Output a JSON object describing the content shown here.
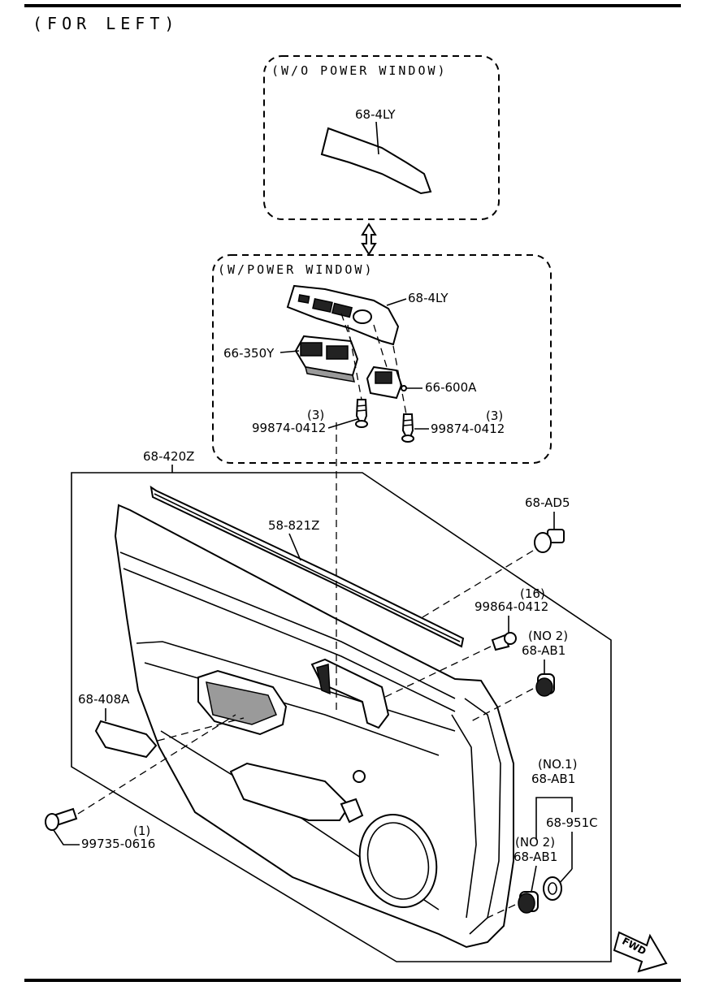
{
  "header": {
    "title": "(FOR LEFT)"
  },
  "variants": {
    "without_power_window": "(W/O POWER WINDOW)",
    "with_power_window": "(W/POWER WINDOW)"
  },
  "callouts": {
    "trim_upper_wo": "68-4LY",
    "trim_upper_w": "68-4LY",
    "window_switch": "66-350Y",
    "mirror_switch": "66-600A",
    "screw_left_qty": "(3)",
    "screw_left": "99874-0412",
    "screw_right_qty": "(3)",
    "screw_right": "99874-0412",
    "door_trim_assy": "68-420Z",
    "weatherstrip": "58-821Z",
    "clip_ad5": "68-AD5",
    "screw_trim_qty": "(16)",
    "screw_trim": "99864-0412",
    "fastener_no2_upper_qty": "(NO 2)",
    "fastener_no2_upper": "68-AB1",
    "handle_cover": "68-408A",
    "fastener_no1_qty": "(NO.1)",
    "fastener_no1": "68-AB1",
    "grommet": "68-951C",
    "fastener_no2_lower_qty": "(NO 2)",
    "fastener_no2_lower": "68-AB1",
    "screw_bottom_qty": "(1)",
    "screw_bottom": "99735-0616",
    "fwd_arrow": "FWD"
  }
}
